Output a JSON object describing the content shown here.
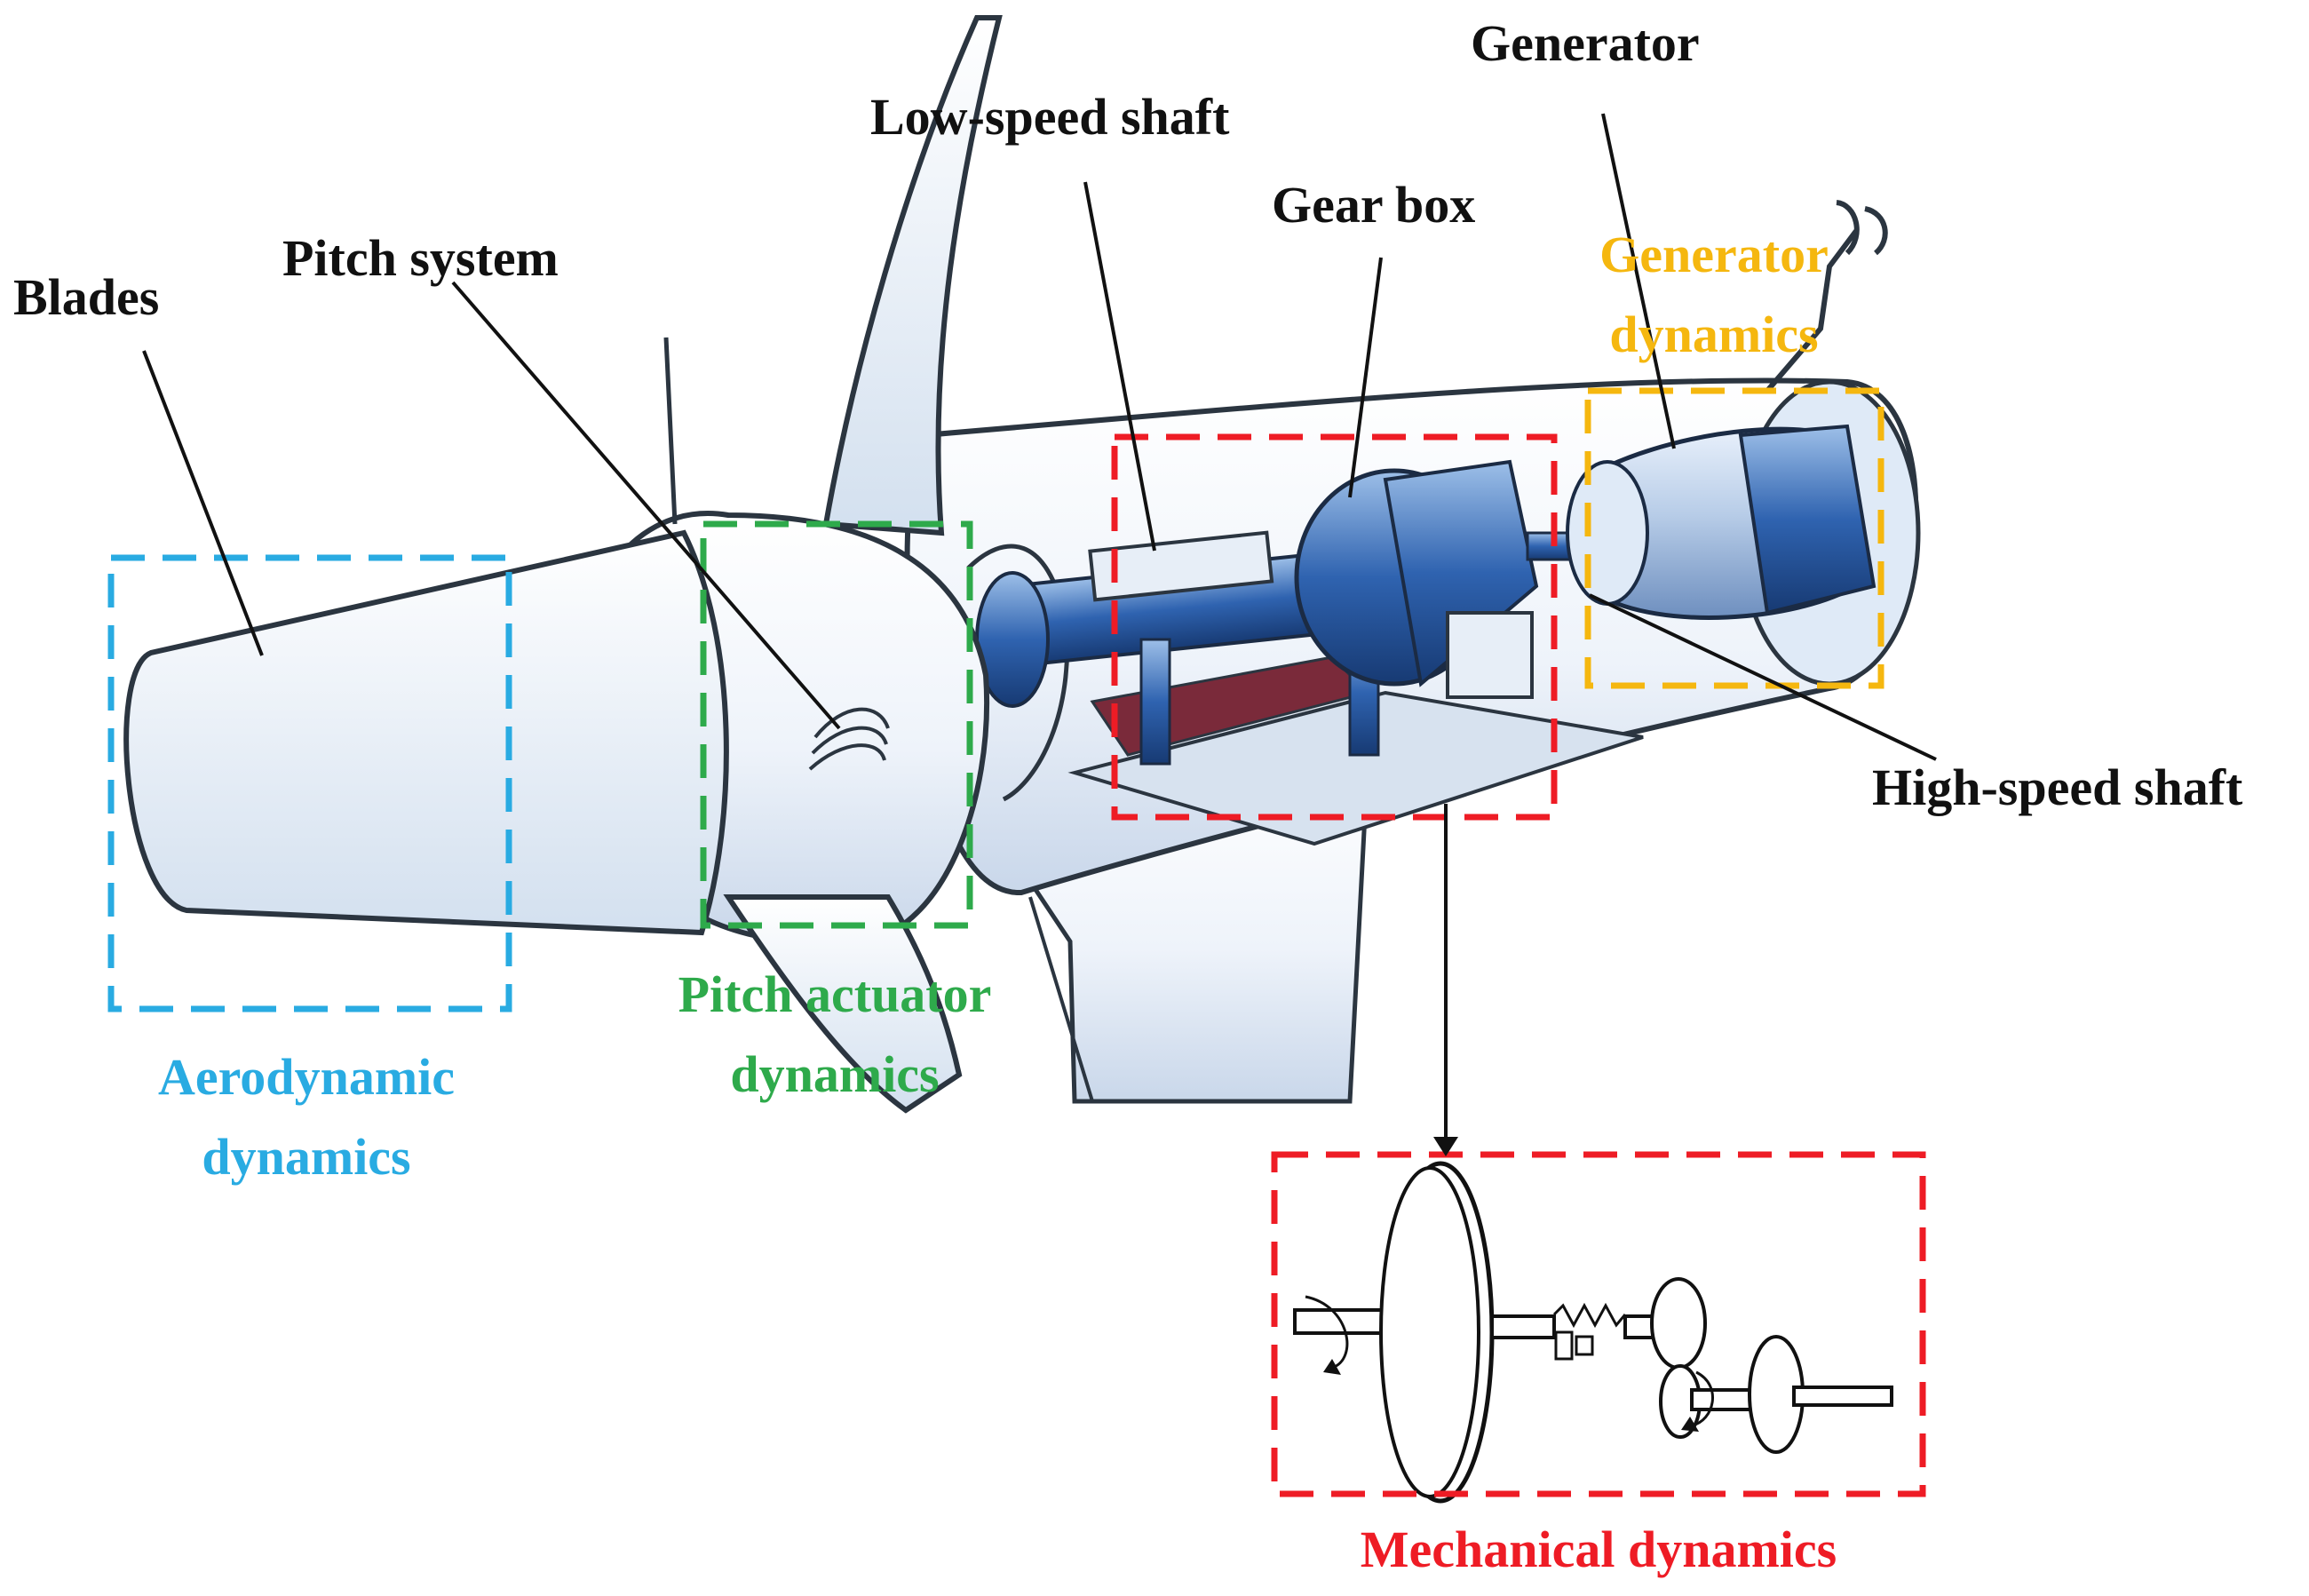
{
  "labels": {
    "blades": "Blades",
    "pitch_system": "Pitch system",
    "low_speed_shaft": "Low-speed shaft",
    "gear_box": "Gear box",
    "generator": "Generator",
    "high_speed_shaft": "High-speed shaft"
  },
  "dynamics": {
    "aerodynamic": {
      "line1": "Aerodynamic",
      "line2": "dynamics",
      "color": "#29abe2"
    },
    "pitch_actuator": {
      "line1": "Pitch actuator",
      "line2": "dynamics",
      "color": "#2eaa4b"
    },
    "generator": {
      "line1": "Generator",
      "line2": "dynamics",
      "color": "#f5b70f"
    },
    "mechanical": {
      "line1": "Mechanical dynamics",
      "color": "#ee1c25"
    }
  },
  "colors": {
    "label_text": "#111111",
    "nacelle_outline": "#2b3540",
    "component_blue": "#2f63b0",
    "highlight_blue": "#dfeaf7"
  }
}
